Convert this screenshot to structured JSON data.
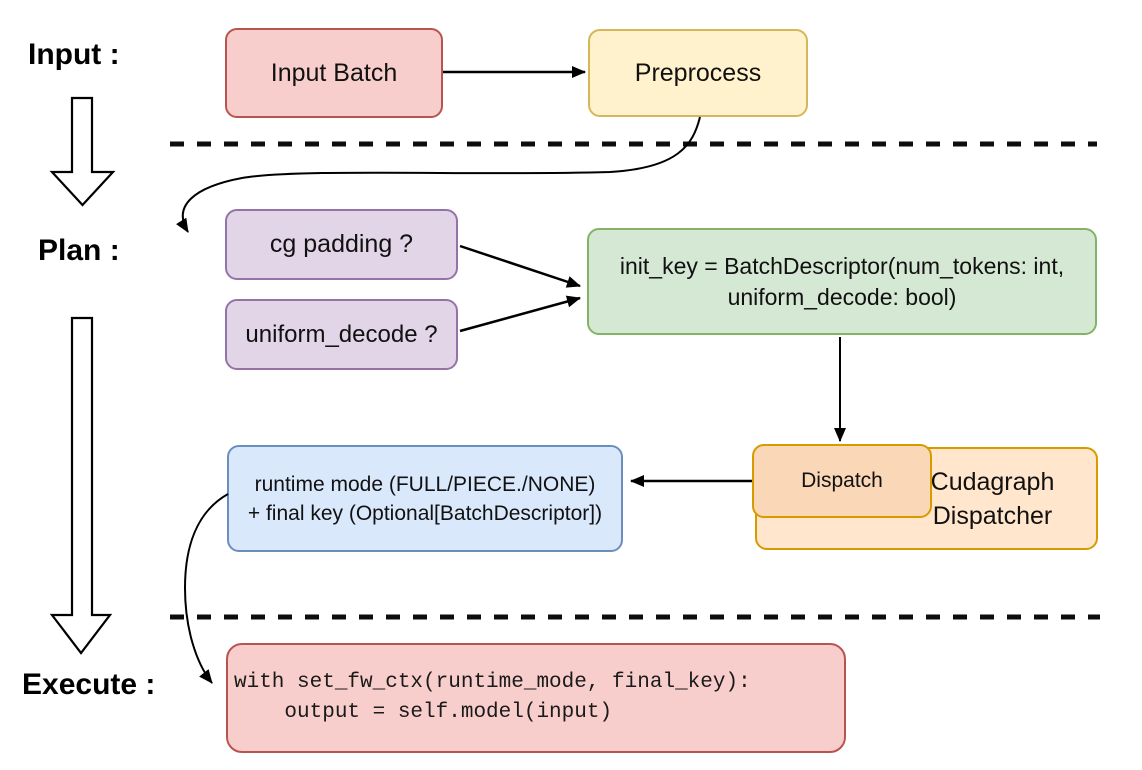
{
  "labels": {
    "input": "Input :",
    "plan": "Plan :",
    "execute": "Execute :"
  },
  "nodes": {
    "input_batch": {
      "label": "Input Batch"
    },
    "preprocess": {
      "label": "Preprocess"
    },
    "cg_padding": {
      "label": "cg padding ?"
    },
    "uniform_decode": {
      "label": "uniform_decode ?"
    },
    "init_key": {
      "line1": "init_key = BatchDescriptor(num_tokens: int,",
      "line2": "uniform_decode: bool)"
    },
    "dispatch": {
      "label": "Dispatch"
    },
    "cudagraph_dispatcher": {
      "line1": "Cudagraph",
      "line2": "Dispatcher"
    },
    "runtime_mode": {
      "line1": "runtime mode (FULL/PIECE./NONE)",
      "line2": "+ final key (Optional[BatchDescriptor])"
    },
    "execute_code": {
      "line1": "with set_fw_ctx(runtime_mode, final_key):",
      "line2": "    output = self.model(input)"
    }
  },
  "palette": {
    "red_fill": "#F8CECC",
    "red_stroke": "#B85450",
    "yellow_fill": "#FFF2CC",
    "yellow_stroke": "#D6B656",
    "purple_fill": "#E1D5E7",
    "purple_stroke": "#9673A6",
    "green_fill": "#D5E8D4",
    "green_stroke": "#82B366",
    "blue_fill": "#DAE8FC",
    "blue_stroke": "#6C8EBF",
    "orange_fill": "#FFE6CC",
    "orange_inner_fill": "#FAD7B6",
    "orange_stroke": "#D79B00",
    "connector": "#000000"
  }
}
